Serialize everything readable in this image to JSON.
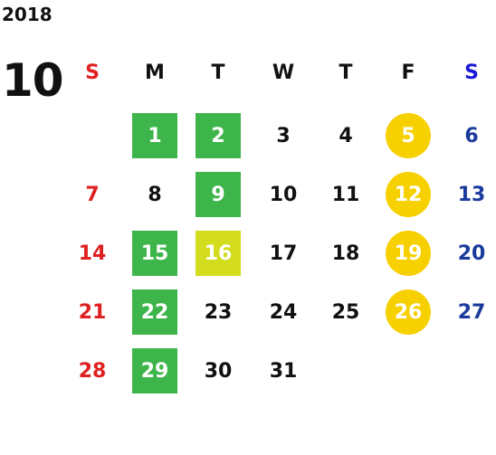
{
  "calendar": {
    "year": "2018",
    "month": "10",
    "weekdays": [
      "S",
      "M",
      "T",
      "W",
      "T",
      "F",
      "S"
    ],
    "first_weekday_index": 1,
    "days_in_month": 31,
    "highlights": {
      "green": [
        1,
        2,
        9,
        15,
        22,
        29
      ],
      "lime": [
        16
      ],
      "yellow": [
        5,
        12,
        19,
        26
      ]
    },
    "colors": {
      "sunday": "#e02020",
      "saturday": "#1a3a9c",
      "green": "#3db54a",
      "lime": "#d4dc1e",
      "yellow": "#f7d000"
    }
  }
}
